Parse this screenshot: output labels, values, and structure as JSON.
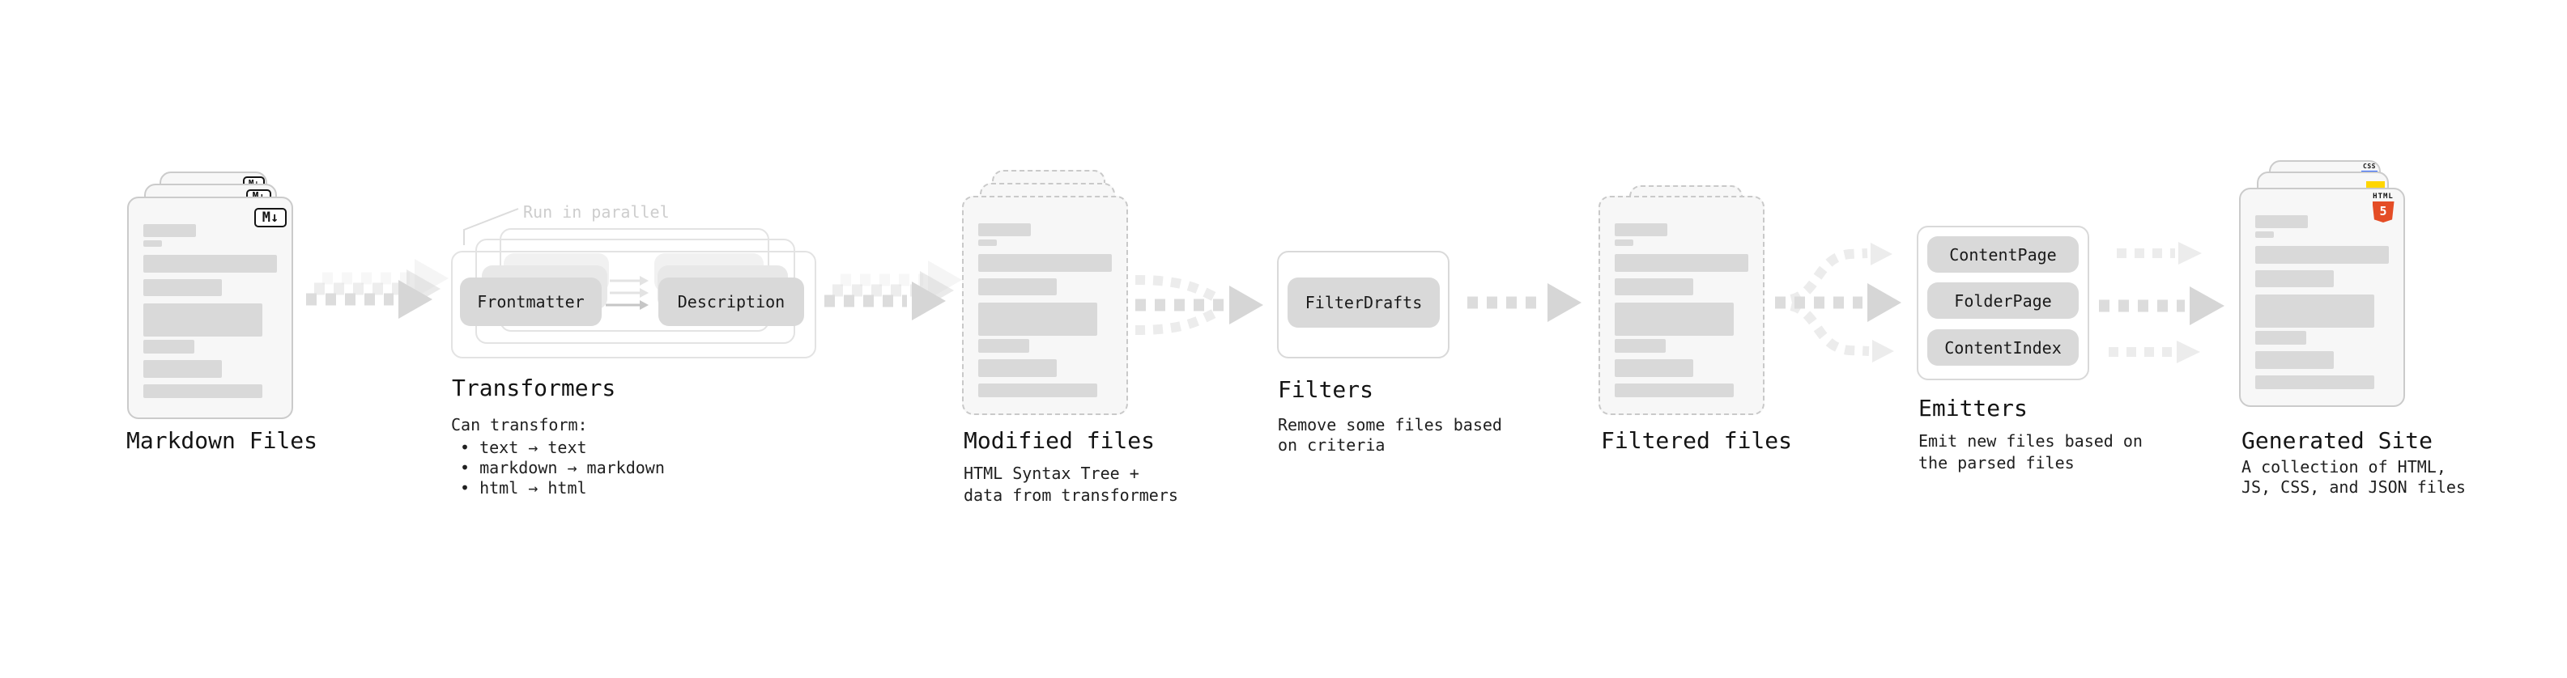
{
  "stages": {
    "markdown": {
      "title": "Markdown Files",
      "badge": "M↓"
    },
    "transformers": {
      "title": "Transformers",
      "note": "Run in parallel",
      "pill_left": "Frontmatter",
      "pill_right": "Description",
      "desc_heading": "Can transform:",
      "bullets": [
        "• text → text",
        "• markdown → markdown",
        "• html → html"
      ]
    },
    "modified": {
      "title": "Modified files",
      "desc_line1": "HTML Syntax Tree +",
      "desc_line2": "data from transformers"
    },
    "filters": {
      "title": "Filters",
      "pill": "FilterDrafts",
      "desc_line1": "Remove some files based",
      "desc_line2": "on criteria"
    },
    "filtered": {
      "title": "Filtered files"
    },
    "emitters": {
      "title": "Emitters",
      "pills": [
        "ContentPage",
        "FolderPage",
        "ContentIndex"
      ],
      "desc_line1": "Emit new files based on",
      "desc_line2": "the parsed files"
    },
    "generated": {
      "title": "Generated Site",
      "desc_line1": "A collection of HTML,",
      "desc_line2": "JS, CSS, and JSON files",
      "html5_label": "HTML",
      "html5_number": "5",
      "css_label": "CSS"
    }
  },
  "colors": {
    "html5_orange": "#e44d26",
    "js_yellow": "#ffd600",
    "css_blue": "#2962ff",
    "bar_gray": "#d9d9d9",
    "pill_gray": "#d9d9d9"
  }
}
